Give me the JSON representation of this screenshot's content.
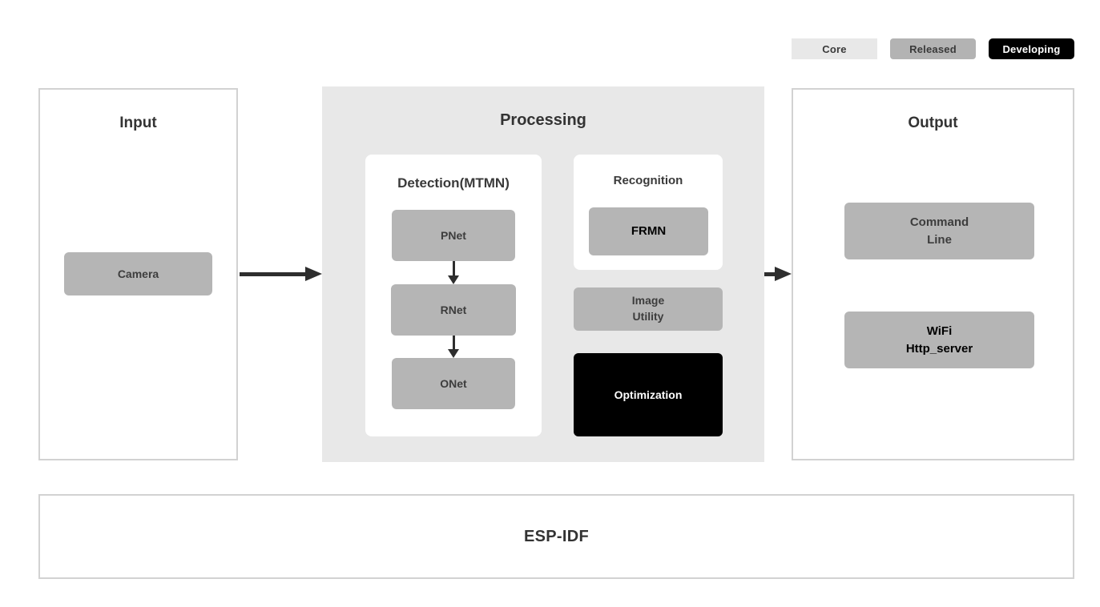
{
  "legend": {
    "items": [
      {
        "label": "Core"
      },
      {
        "label": "Released"
      },
      {
        "label": "Developing"
      }
    ]
  },
  "input": {
    "title": "Input",
    "nodes": [
      {
        "label": "Camera"
      }
    ]
  },
  "processing": {
    "title": "Processing",
    "detection": {
      "title": "Detection(MTMN)",
      "nodes": [
        {
          "label": "PNet"
        },
        {
          "label": "RNet"
        },
        {
          "label": "ONet"
        }
      ]
    },
    "recognition": {
      "title": "Recognition",
      "nodes": [
        {
          "label": "FRMN"
        }
      ]
    },
    "utility": {
      "label": "Image\nUtility"
    },
    "optimization": {
      "label": "Optimization"
    }
  },
  "output": {
    "title": "Output",
    "nodes": [
      {
        "label": "Command\nLine"
      },
      {
        "label": "WiFi\nHttp_server"
      }
    ]
  },
  "foundation": {
    "label": "ESP-IDF"
  },
  "colors": {
    "core_bg": "#e8e8e8",
    "released_bg": "#b3b3b3",
    "developing_bg": "#000000",
    "node_bg": "#b5b5b5",
    "processing_bg": "#e8e8e8",
    "panel_border": "#d2d2d2",
    "arrow": "#2e2e2e",
    "text_dark": "#3a3a3a",
    "text_black": "#000000"
  }
}
